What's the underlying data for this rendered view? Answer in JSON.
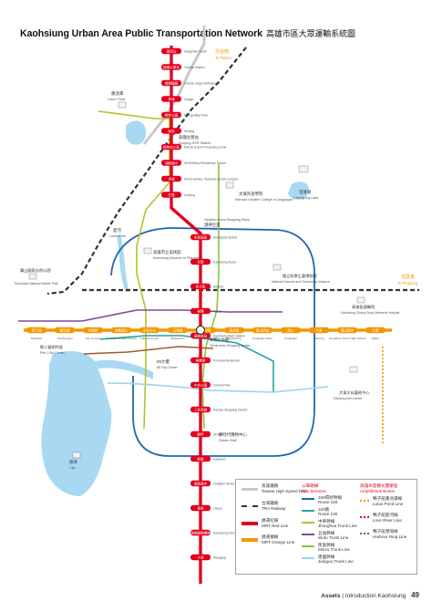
{
  "title": {
    "en": "Kaohsiung Urban Area Public Transportation Network",
    "zh": "高雄市區大眾運輸系統圖"
  },
  "footer": {
    "section": "Assets",
    "source": "Introduction Kaohsiung",
    "page": "49"
  },
  "colors": {
    "red": "#e3001b",
    "orange": "#f39800",
    "tra": "#333333",
    "hsr": "#c8c8c8",
    "lrt": "#8cc63f",
    "circle": "#1f67b1",
    "purple": "#7d4a9a",
    "teal": "#1ba8a0",
    "brown": "#9a5a2a",
    "yellow_green": "#b5c22a",
    "light_blue": "#9ad2f0",
    "water": "#a9d8f2"
  },
  "red_stations": [
    {
      "zh": "南岡山",
      "en": "Gangshan South"
    },
    {
      "zh": "橋頭火車站",
      "en": "Ciaotou Station"
    },
    {
      "zh": "橋頭糖廠",
      "en": "Ciaotou Sugar Refinery"
    },
    {
      "zh": "青埔",
      "en": "Cingpu"
    },
    {
      "zh": "都會公園",
      "en": "Metropolitan Park"
    },
    {
      "zh": "後勁",
      "en": "Houjing"
    },
    {
      "zh": "楠梓加工區",
      "en": "Nanzih Export Processing Zone"
    },
    {
      "zh": "油廠國小",
      "en": "Oil Refinery Elementary School"
    },
    {
      "zh": "世運",
      "en": "World Games / National Sports Complex"
    },
    {
      "zh": "左營",
      "en": "Zuoying"
    },
    {
      "zh": "生態園區",
      "en": "Ecological District"
    },
    {
      "zh": "巨蛋",
      "en": "Kaohsiung Arena"
    },
    {
      "zh": "凹子底",
      "en": "Aozihdi"
    },
    {
      "zh": "後驛",
      "en": "Houyi"
    },
    {
      "zh": "高雄車站",
      "en": "Kaohsiung Main Station"
    },
    {
      "zh": "美麗島",
      "en": "Formosa Boulevard"
    },
    {
      "zh": "中央公園",
      "en": "Central Park"
    },
    {
      "zh": "三多商圈",
      "en": "Sanduo Shopping District"
    },
    {
      "zh": "獅甲",
      "en": "Shihjia"
    },
    {
      "zh": "凱旋",
      "en": "Kaisyuan"
    },
    {
      "zh": "前鎮高中",
      "en": "Cianjhen Senior High School"
    },
    {
      "zh": "草衙",
      "en": "Caoya"
    },
    {
      "zh": "高雄國際機場",
      "en": "Kaohsiung International Airport"
    },
    {
      "zh": "小港",
      "en": "Siaogang"
    }
  ],
  "orange_stations": [
    {
      "zh": "西子灣",
      "en": "Sizihwan"
    },
    {
      "zh": "鹽埕埔",
      "en": "Yanchengpu"
    },
    {
      "zh": "市議會",
      "en": "City Council"
    },
    {
      "zh": "信義國小",
      "en": "Sinyi Elementary School"
    },
    {
      "zh": "文化中心",
      "en": "Cultural Center"
    },
    {
      "zh": "五塊厝",
      "en": "Wukuaicuo"
    },
    {
      "zh": "技擊館",
      "en": "Martial Arts Stadium"
    },
    {
      "zh": "衛武營",
      "en": "Weiwuying"
    },
    {
      "zh": "鳳山西站",
      "en": "Fongshan West"
    },
    {
      "zh": "鳳山",
      "en": "Fongshan"
    },
    {
      "zh": "大東",
      "en": "Dadong"
    },
    {
      "zh": "鳳山國中",
      "en": "Fongshan Junior High School"
    },
    {
      "zh": "大寮",
      "en": "Daliao"
    }
  ],
  "places": [
    {
      "zh": "蓮池潭",
      "en": "Lotus Pond"
    },
    {
      "zh": "高鐵左營站",
      "en": "Zuoying HSR Station"
    },
    {
      "zh": "澄清湖",
      "en": "Chengcing Lake"
    },
    {
      "zh": "文藻外語學院",
      "en": "Wenzao Ursuline College of Languages"
    },
    {
      "zh": "夢時代購物中心",
      "en": "Dream Mall"
    },
    {
      "zh": "高雄市立美術館",
      "en": "Kaohsiung Museum of Fine Arts"
    },
    {
      "zh": "愛河",
      "en": "Love River"
    },
    {
      "zh": "旗津",
      "en": "Cijin"
    },
    {
      "zh": "85大樓",
      "en": "85 Sky Tower"
    },
    {
      "zh": "國立科學工藝博物館",
      "en": "National Science and Technology Museum"
    },
    {
      "zh": "壽山國家自然公園",
      "en": "Shoushan National Nature Park"
    },
    {
      "zh": "駁二藝術特區",
      "en": "Pier-2 Art Center"
    },
    {
      "zh": "漢神巨蛋",
      "en": "Hanshin Arena Shopping Plaza"
    },
    {
      "zh": "新崛江商圈",
      "en": "Shinkuchan Shopping District"
    },
    {
      "zh": "高雄長庚醫院",
      "en": "Kaohsiung Chang Gung Memorial Hospital"
    },
    {
      "zh": "大東文化藝術中心",
      "en": "Dadong Arts Center"
    }
  ],
  "directions": [
    {
      "zh": "往台南",
      "en": "To Tainan"
    },
    {
      "zh": "往屏東",
      "en": "To Pingtung"
    }
  ],
  "legend": {
    "rail_header": "",
    "hsr": {
      "zh": "高速鐵路",
      "en": "Taiwan High Speed Rail"
    },
    "tra": {
      "zh": "台灣鐵路",
      "en": "TRA Railway"
    },
    "red": {
      "zh": "捷運紅線",
      "en": "MRT Red Line"
    },
    "orange": {
      "zh": "捷運橘線",
      "en": "MRT Orange Line"
    },
    "bus_header": {
      "zh": "公車路線",
      "en": "Bus Services"
    },
    "bus": [
      {
        "zh": "168環狀幹線",
        "en": "Route 168"
      },
      {
        "zh": "100路",
        "en": "Route 100"
      },
      {
        "zh": "中華幹線",
        "en": "Jhonghua Trunk Line"
      },
      {
        "zh": "五福幹線",
        "en": "Wufu Trunk Line"
      },
      {
        "zh": "民族幹線",
        "en": "Minzu Trunk Line"
      },
      {
        "zh": "建國幹線",
        "en": "Jianguo Trunk Line"
      }
    ],
    "amph_header": {
      "zh": "高雄水陸觀光雙棲船",
      "en": "Amphibious Buses"
    },
    "amph": [
      {
        "zh": "鴨子船蓮池潭線",
        "en": "Lotus Pond Line"
      },
      {
        "zh": "鴨子船愛河線",
        "en": "Love River Line"
      },
      {
        "zh": "鴨子船港灣線",
        "en": "Harbour Ring Line"
      }
    ]
  }
}
